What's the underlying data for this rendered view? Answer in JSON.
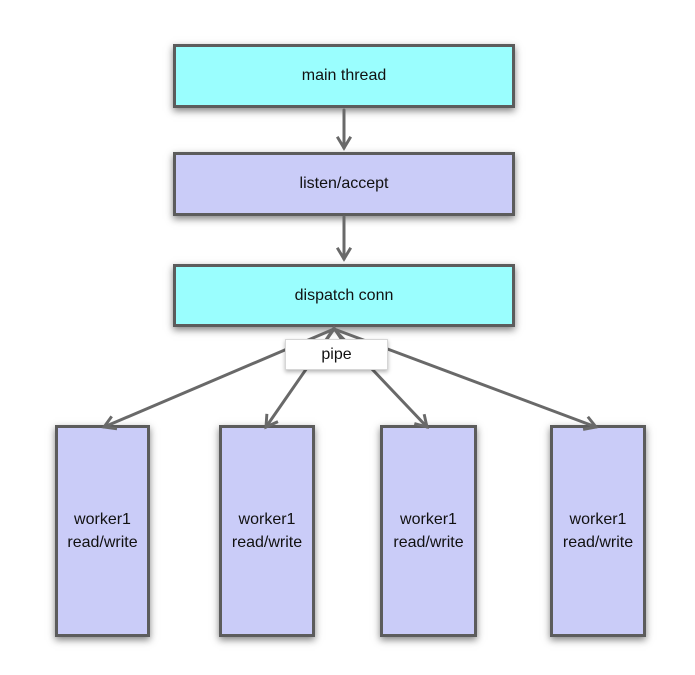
{
  "nodes": {
    "main_thread": "main thread",
    "listen_accept": "listen/accept",
    "dispatch_conn": "dispatch conn",
    "pipe": "pipe",
    "workers": [
      {
        "label": "worker1\nread/write"
      },
      {
        "label": "worker1\nread/write"
      },
      {
        "label": "worker1\nread/write"
      },
      {
        "label": "worker1\nread/write"
      }
    ]
  },
  "edges": [
    {
      "from": "main_thread",
      "to": "listen_accept",
      "style": "arrow-down"
    },
    {
      "from": "listen_accept",
      "to": "dispatch_conn",
      "style": "arrow-down"
    },
    {
      "from": "dispatch_conn",
      "to": "workers",
      "label": "pipe",
      "style": "fan-bidirectional"
    }
  ],
  "colors": {
    "cyan_fill": "#9AFEFE",
    "lavender_fill": "#CACCF8",
    "box_border": "#5C5C5C",
    "arrow": "#696969",
    "pipe_fill": "#FFFFFF",
    "text": "#111111"
  }
}
